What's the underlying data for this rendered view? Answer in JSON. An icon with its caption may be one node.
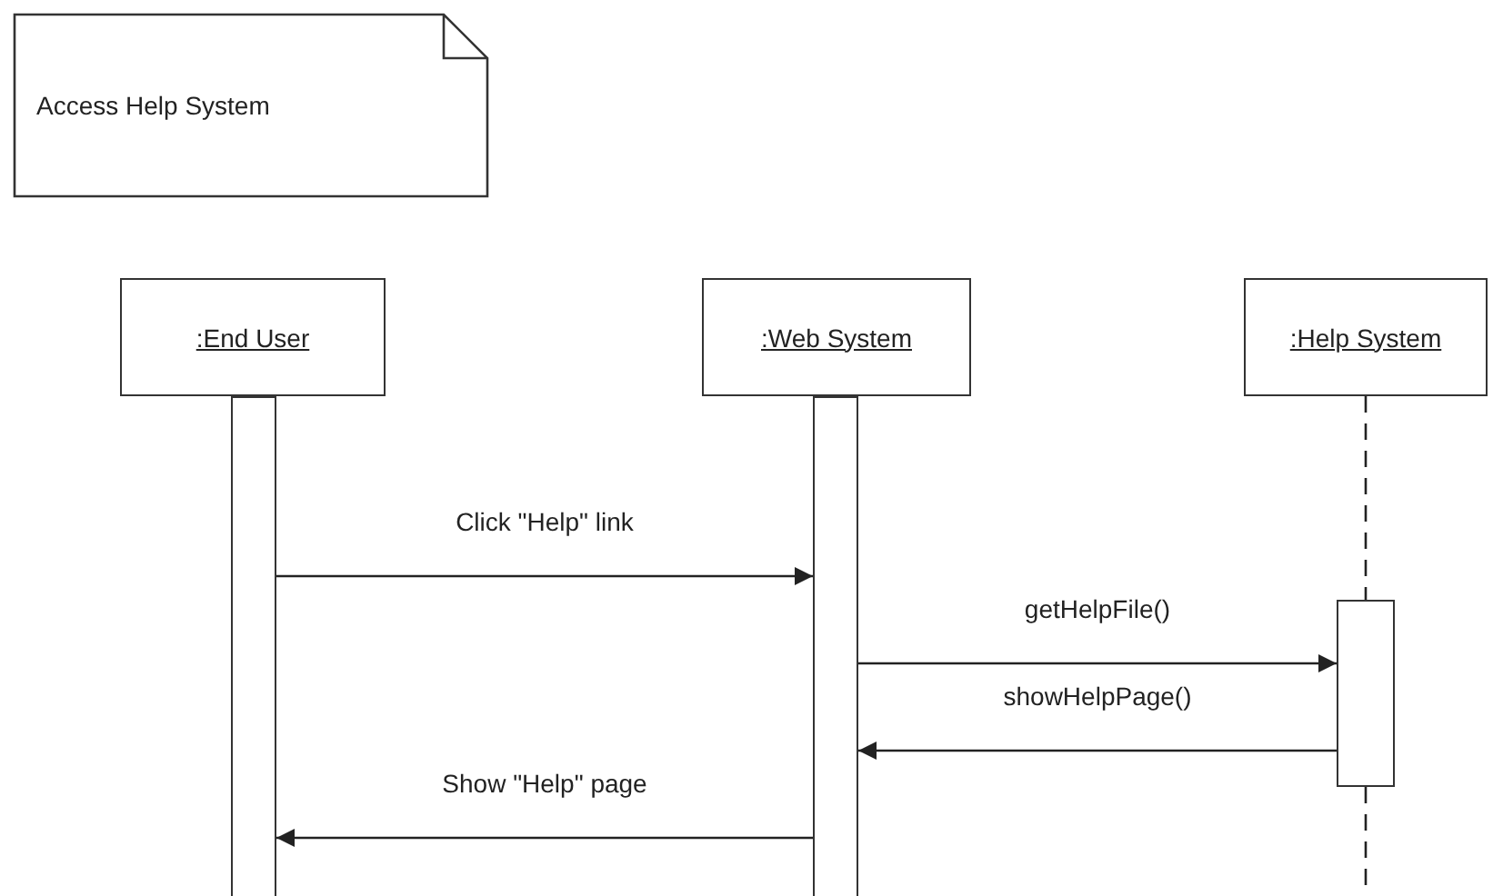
{
  "diagram": {
    "nodes": [
      {
        "text": [
          "Access Help System"
        ]
      },
      {
        "text": [
          ":End User"
        ]
      },
      {
        "text": [
          ":Web System"
        ]
      },
      {
        "text": [
          ":Help System"
        ]
      },
      {
        "text": [],
        "shape": "bar"
      },
      {
        "text": [],
        "shape": "bar"
      },
      {
        "text": [],
        "shape": "bar"
      }
    ],
    "edges": [
      {
        "from": 3,
        "to": 6,
        "arrow": "none",
        "style": "dashed"
      },
      {
        "from": 6,
        "to": null,
        "arrow": "none",
        "style": "dashed"
      },
      {
        "from": 4,
        "to": 5,
        "arrow": "to",
        "label": "Click \"Help\" link"
      },
      {
        "from": 5,
        "to": 6,
        "arrow": "to",
        "label": "getHelpFile()"
      },
      {
        "from": 6,
        "to": 5,
        "arrow": "to",
        "label": "showHelpPage()"
      },
      {
        "from": 5,
        "to": 4,
        "arrow": "to",
        "label": "Show \"Help\" page"
      }
    ]
  }
}
